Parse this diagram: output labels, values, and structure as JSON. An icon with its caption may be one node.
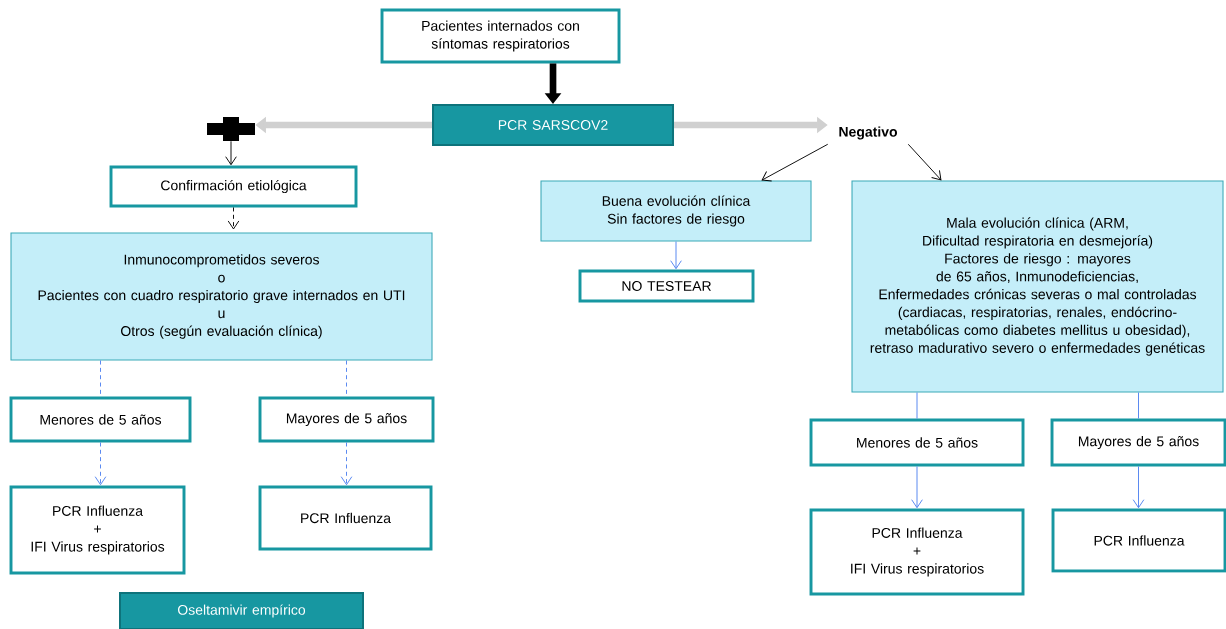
{
  "diagram": {
    "nodes": [
      {
        "text": [
          "Pacientes internados  con síntomas respiratorios"
        ]
      },
      {
        "text": [
          "PCR SARSCOV2"
        ]
      },
      {
        "text": [],
        "shape": "cross"
      },
      {
        "text": [
          "Negativo"
        ]
      },
      {
        "text": [
          "Confirmación etiológica"
        ]
      },
      {
        "text": [
          "Inmunocomprometidos severos",
          "o",
          "Pacientes con cuadro respiratorio grave internados en UTI",
          "u",
          "Otros (según evaluación clínica)"
        ]
      },
      {
        "text": [
          "Menores de 5 años"
        ]
      },
      {
        "text": [
          "Mayores de 5 años"
        ]
      },
      {
        "text": [
          "PCR Influenza",
          "+",
          "IFI Virus respiratorios"
        ]
      },
      {
        "text": [
          "PCR Influenza"
        ]
      },
      {
        "text": [
          "Oseltamivir empírico"
        ]
      },
      {
        "text": [
          "Buena evolución clínica",
          "Sin factores de riesgo"
        ]
      },
      {
        "text": [
          "NO TESTEAR"
        ]
      },
      {
        "text": [
          "Mala evolución clínica (ARM,  Dificultad respiratoria en desmejoría)",
          "Factores de riesgo : mayores de 65 años, Inmunodeficiencias,",
          "Enfermedades crónicas severas o mal controladas (cardiacas, respiratorias, renales, endócrino-metabólicas como diabetes mellitus u obesidad), retraso madurativo severo o enfermedades genéticas"
        ]
      },
      {
        "text": [
          "Menores de 5 años"
        ]
      },
      {
        "text": [
          "Mayores de 5 años"
        ]
      },
      {
        "text": [
          "PCR Influenza",
          "+",
          "IFI Virus respiratorios"
        ]
      },
      {
        "text": [
          "PCR Influenza"
        ]
      }
    ],
    "edges": [
      {
        "from": 0,
        "to": 1,
        "arrow": "to",
        "style": "thick",
        "color": "#000000"
      },
      {
        "from": 1,
        "to": 2,
        "arrow": "to",
        "style": "thick",
        "color": "#d0d0d0"
      },
      {
        "from": 1,
        "to": 3,
        "arrow": "to",
        "style": "thick",
        "color": "#d0d0d0"
      },
      {
        "from": 2,
        "to": 4,
        "arrow": "to",
        "color": "#000000"
      },
      {
        "from": 4,
        "to": 5,
        "arrow": "to",
        "style": "dashed",
        "color": "#000000"
      },
      {
        "from": 3,
        "to": 11,
        "arrow": "to",
        "color": "#000000"
      },
      {
        "from": 3,
        "to": 13,
        "arrow": "to",
        "color": "#000000"
      },
      {
        "from": 11,
        "to": 12,
        "arrow": "to"
      },
      {
        "from": 5,
        "to": 6,
        "arrow": "none",
        "style": "dashed"
      },
      {
        "from": 5,
        "to": 7,
        "arrow": "none",
        "style": "dashed"
      },
      {
        "from": 6,
        "to": 8,
        "arrow": "to",
        "style": "dashed"
      },
      {
        "from": 7,
        "to": 9,
        "arrow": "to",
        "style": "dashed"
      },
      {
        "from": 13,
        "to": 14,
        "arrow": "none"
      },
      {
        "from": 13,
        "to": 15,
        "arrow": "none"
      },
      {
        "from": 14,
        "to": 16,
        "arrow": "to"
      },
      {
        "from": 15,
        "to": 17,
        "arrow": "to"
      }
    ]
  }
}
